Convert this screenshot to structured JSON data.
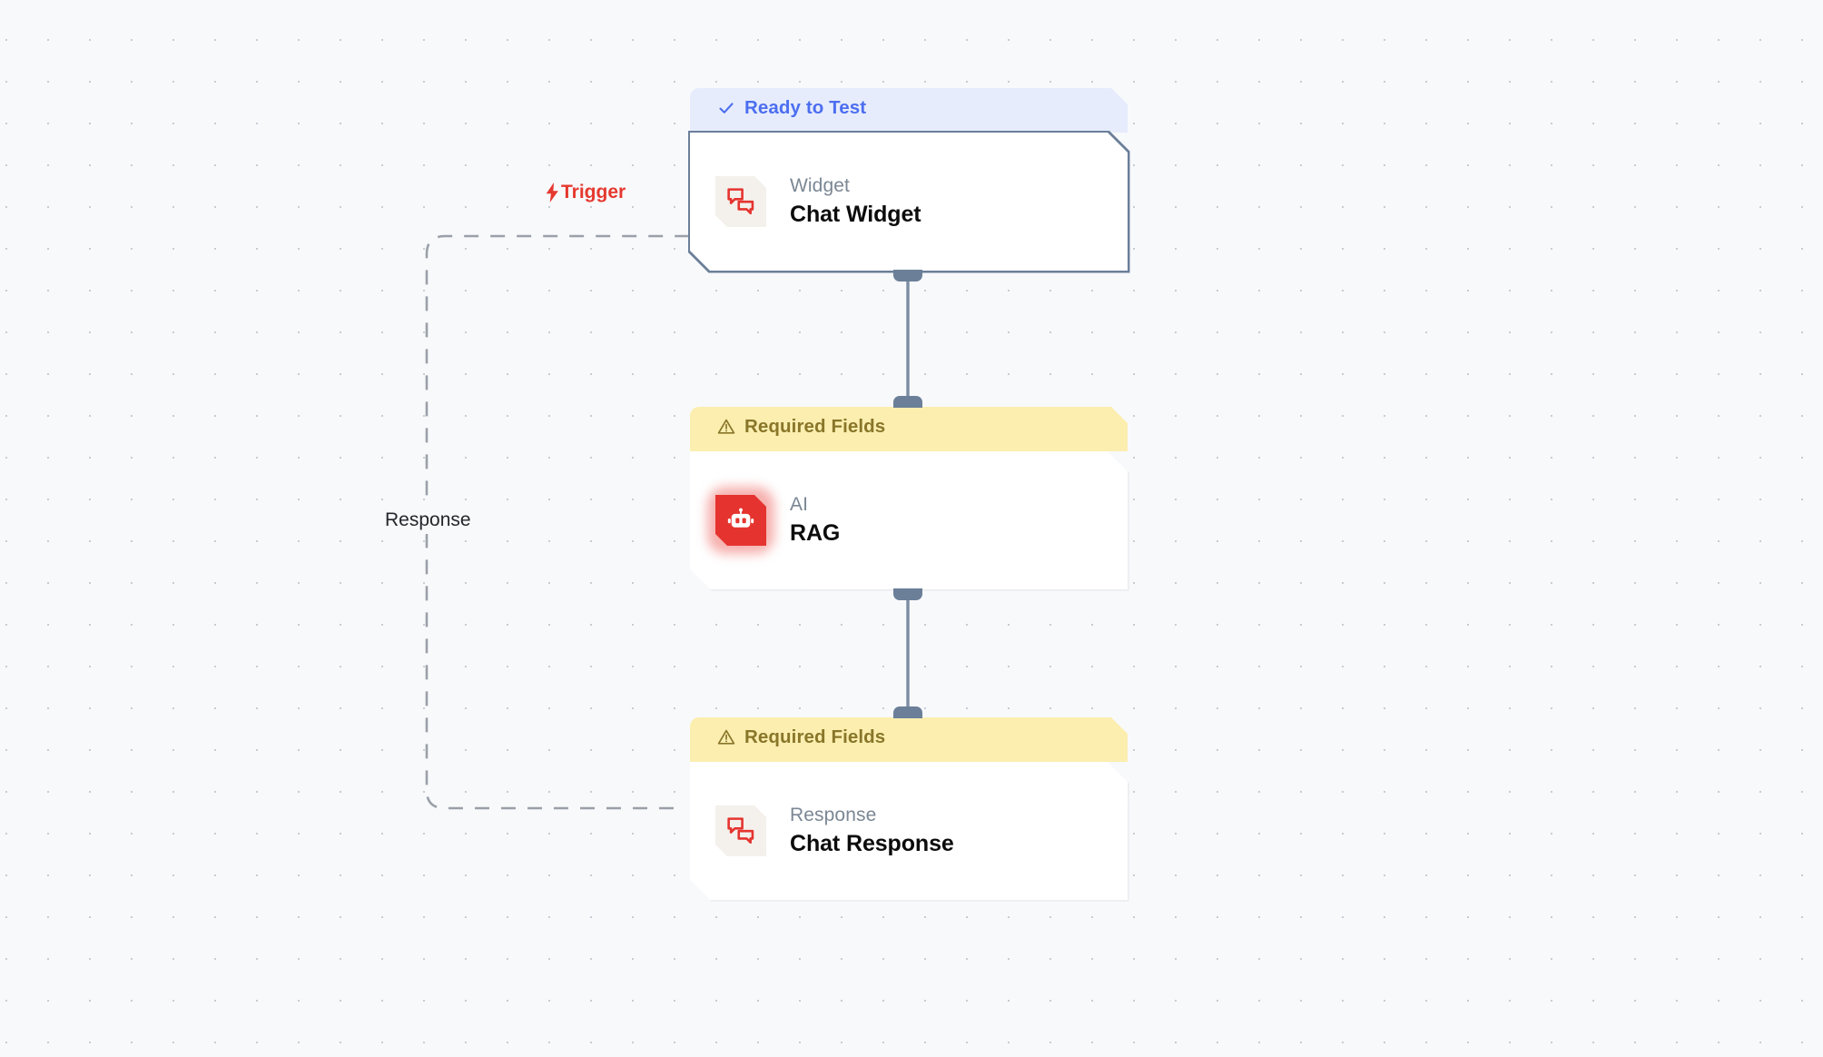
{
  "canvas": {
    "background_color": "#f8f9fb",
    "dot_color": "#c9ccd4",
    "grid_spacing": 46
  },
  "colors": {
    "ready_bg": "#e6ecfb",
    "ready_text": "#4c6ef0",
    "warn_bg": "#fbeeaf",
    "warn_text": "#897629",
    "accent_red": "#e5342f",
    "handle": "#6b7f99",
    "selected_border": "#6b7f99",
    "edge_dashed": "#9aa0a8",
    "edge_solid": "#7b8da3"
  },
  "nodes": [
    {
      "id": "chat-widget",
      "banner": {
        "status": "ready",
        "label": "Ready to Test",
        "icon": "check-icon"
      },
      "kind": "Widget",
      "title": "Chat Widget",
      "icon": "chat-bubbles-icon",
      "selected": true
    },
    {
      "id": "rag",
      "banner": {
        "status": "warning",
        "label": "Required Fields",
        "icon": "warning-triangle-icon"
      },
      "kind": "AI",
      "title": "RAG",
      "icon": "robot-icon",
      "selected": false
    },
    {
      "id": "chat-response",
      "banner": {
        "status": "warning",
        "label": "Required Fields",
        "icon": "warning-triangle-icon"
      },
      "kind": "Response",
      "title": "Chat Response",
      "icon": "chat-bubbles-icon",
      "selected": false
    }
  ],
  "edges": [
    {
      "id": "trigger-edge",
      "label": "Trigger",
      "icon": "lightning-bolt-icon",
      "style": "dashed",
      "from": "chat-response",
      "to": "chat-widget"
    },
    {
      "id": "response-edge",
      "label": "Response",
      "style": "dashed",
      "from": "chat-response",
      "to": "chat-widget"
    },
    {
      "id": "widget-to-rag",
      "label": "",
      "style": "solid",
      "from": "chat-widget",
      "to": "rag"
    },
    {
      "id": "rag-to-response",
      "label": "",
      "style": "solid",
      "from": "rag",
      "to": "chat-response"
    }
  ]
}
